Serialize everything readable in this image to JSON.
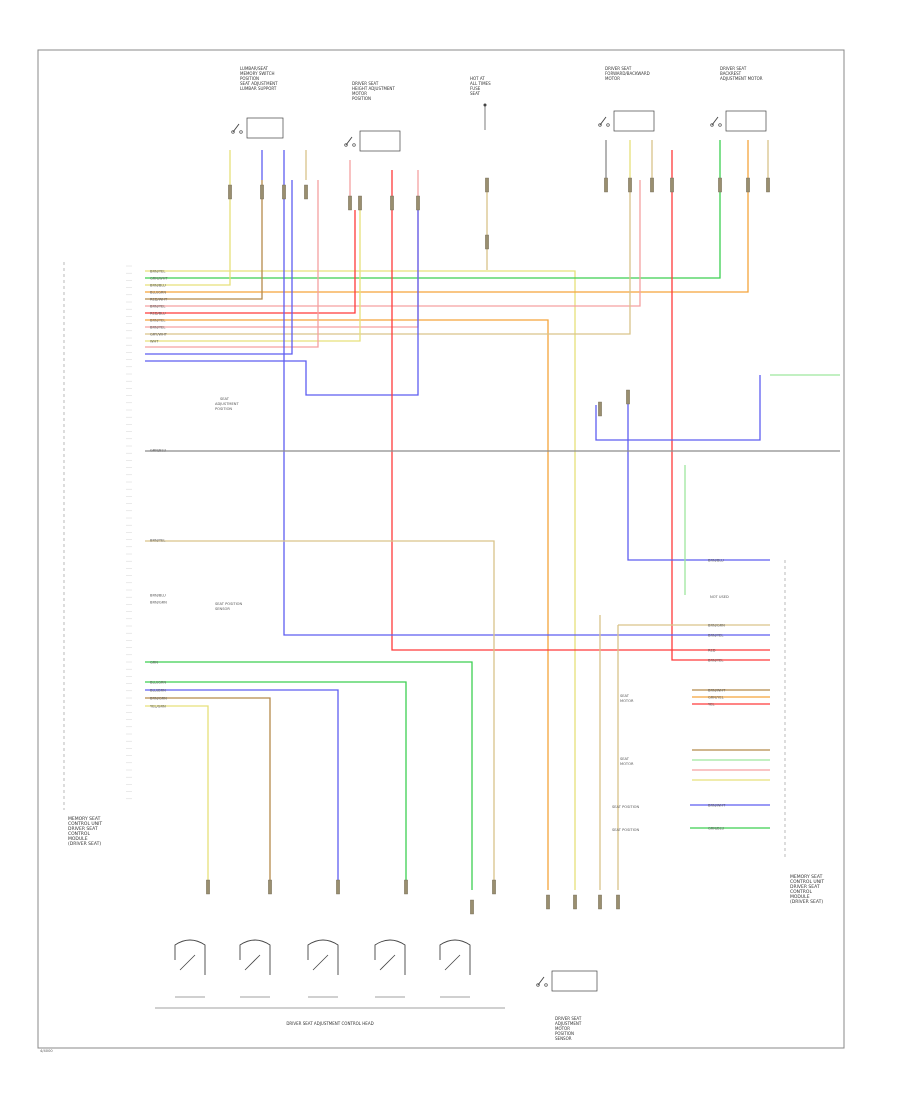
{
  "diagram": {
    "top_components": [
      {
        "id": "tc1",
        "lines": [
          "LUMBAR/SEAT",
          "MEMORY SWITCH",
          "POSITION",
          "SEAT ADJUSTMENT",
          "LUMBAR SUPPORT"
        ]
      },
      {
        "id": "tc2",
        "lines": [
          "DRIVER SEAT",
          "HEIGHT ADJUSTMENT",
          "MOTOR",
          "POSITION"
        ]
      },
      {
        "id": "tc3",
        "lines": [
          "HOT AT",
          "ALL TIMES",
          "FUSE",
          "SEAT"
        ]
      },
      {
        "id": "tc4",
        "lines": [
          "DRIVER SEAT",
          "FORWARD/BACKWARD",
          "MOTOR"
        ]
      },
      {
        "id": "tc5",
        "lines": [
          "DRIVER SEAT",
          "BACKREST",
          "ADJUSTMENT MOTOR"
        ]
      }
    ],
    "left_module": [
      "MEMORY SEAT",
      "CONTROL UNIT",
      "DRIVER SEAT",
      "CONTROL",
      "MODULE",
      "(DRIVER SEAT)"
    ],
    "right_module": [
      "MEMORY SEAT",
      "CONTROL UNIT",
      "DRIVER SEAT",
      "CONTROL",
      "MODULE",
      "(DRIVER SEAT)"
    ],
    "bottom_switch_label": "DRIVER SEAT ADJUSTMENT CONTROL HEAD",
    "bottom_right_component": [
      "DRIVER SEAT",
      "ADJUSTMENT",
      "MOTOR",
      "POSITION",
      "SENSOR"
    ],
    "left_pins_top": [
      "BRN/YEL",
      "GRN/WHT",
      "BRN/BLU",
      "BLU/GRN",
      "RED/WHT",
      "BRN/YEL",
      "RED/BLU",
      "BRN/YEL",
      "BRN/YEL",
      "GRY/WHT",
      "WHT"
    ],
    "left_pin_single": "GRN/BLU",
    "left_pin_mid": "BRN/YEL",
    "left_pins_mid2": [
      "BRN/BLU",
      "BRN/GRN"
    ],
    "left_pins_bottom": [
      "GRN",
      "BLU/GRN",
      "BLU/BRN",
      "BRN/GRN",
      "YEL/GRN"
    ],
    "right_pins": [
      "BRN/BLU",
      "BRN/GRN",
      "BRN/YEL",
      "RED",
      "BRN/YEL",
      "BRN/BLU",
      "RED"
    ],
    "right_pins_group2": [
      "BRN/WHT",
      "GRN/YEL",
      "YEL"
    ],
    "right_pins_bottom": [
      "BRN/WHT",
      "GRN/BLU"
    ],
    "page_ref": "4/4000",
    "colors": {
      "yellow": "#e6e07a",
      "green": "#3ccf52",
      "brown": "#b58a4a",
      "orange": "#f5a43b",
      "red": "#ff3a3a",
      "pink": "#f5a0a0",
      "blue": "#5d5df0",
      "gray": "#8c8c8c",
      "tan": "#d9c48a",
      "lightgreen": "#9ee69e"
    }
  }
}
